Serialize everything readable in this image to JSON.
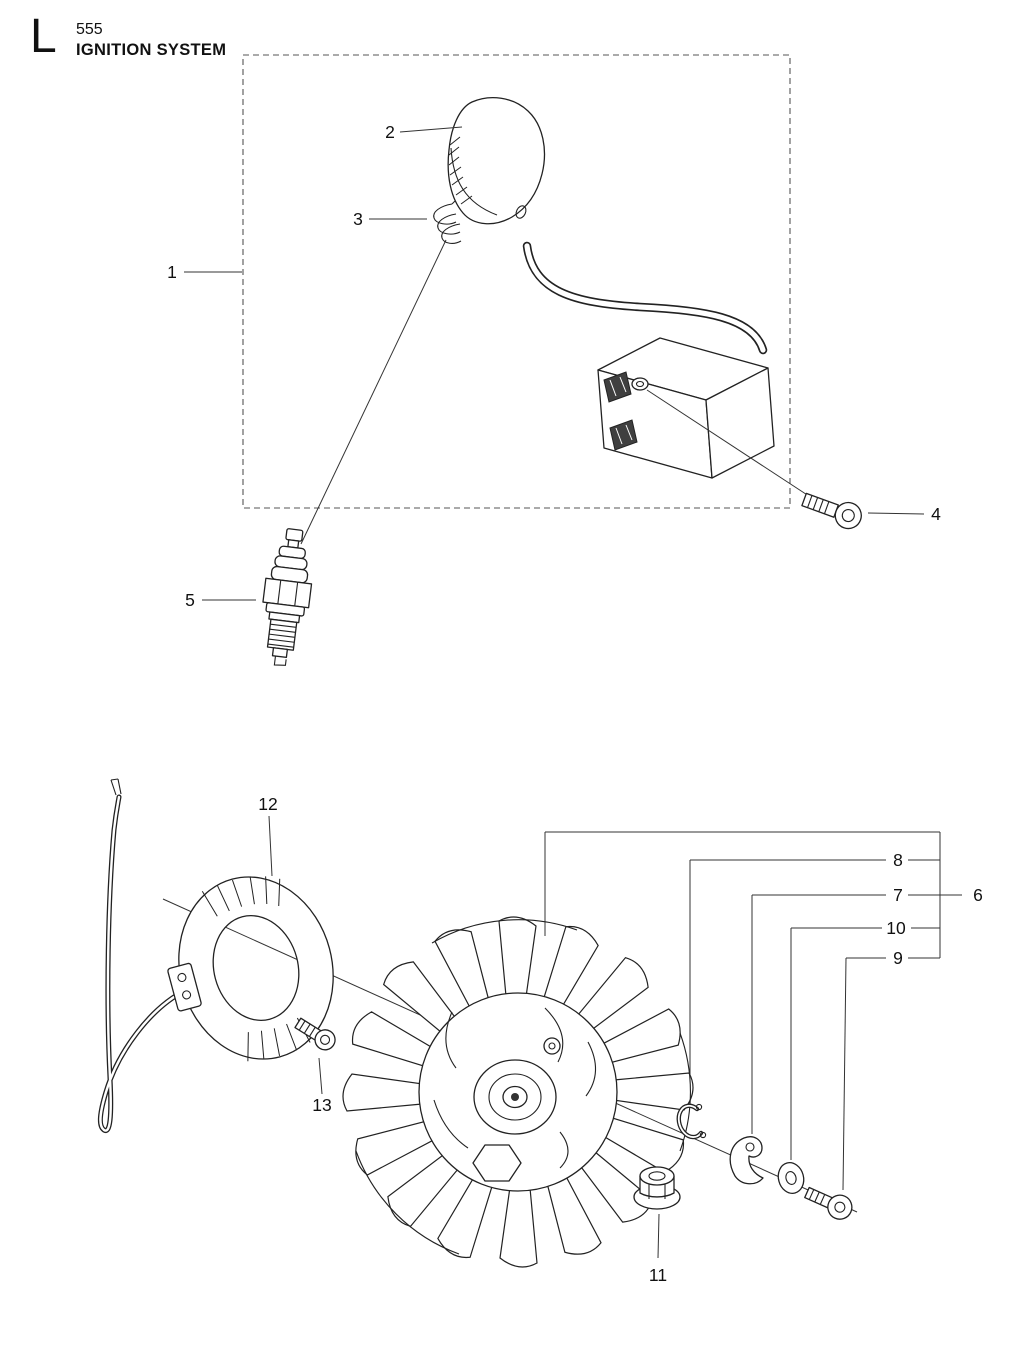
{
  "header": {
    "section_letter": "L",
    "model": "555",
    "title": "IGNITION SYSTEM"
  },
  "callouts": {
    "c1": "1",
    "c2": "2",
    "c3": "3",
    "c4": "4",
    "c5": "5",
    "c6": "6",
    "c7": "7",
    "c8": "8",
    "c9": "9",
    "c10": "10",
    "c11": "11",
    "c12": "12",
    "c13": "13"
  }
}
